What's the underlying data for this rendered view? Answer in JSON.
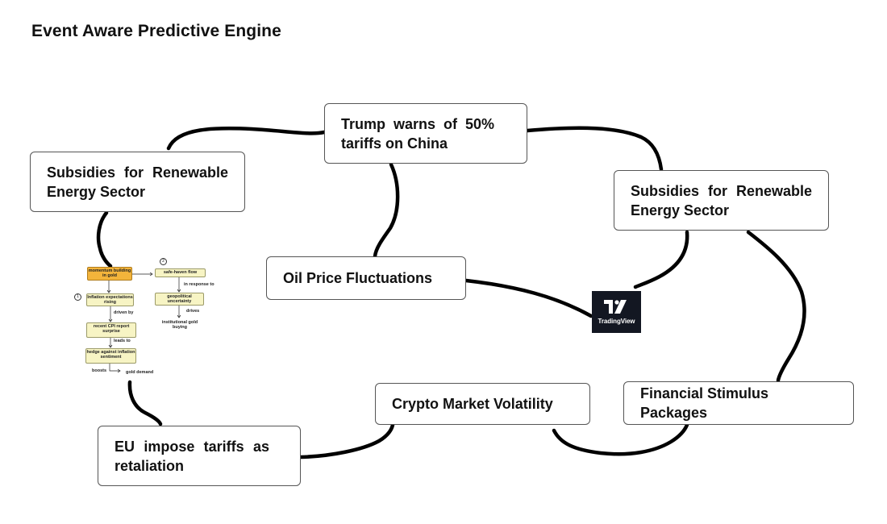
{
  "title": "Event Aware Predictive Engine",
  "nodes": {
    "subsidies_left": "Subsidies for Renewable Energy Sector",
    "trump": "Trump warns of 50% tariffs on China",
    "subsidies_right": "Subsidies for Renewable Energy Sector",
    "oil": "Oil Price Fluctuations",
    "crypto": "Crypto Market Volatility",
    "stimulus": "Financial Stimulus Packages",
    "eu": "EU impose tariffs as retaliation"
  },
  "logo": {
    "name": "tradingview-logo",
    "text": "TradingView"
  },
  "mini_chart": {
    "nodes": {
      "momentum": "momentum building in gold",
      "inflation": "Inflation expectations rising",
      "cpi": "recent CPI report surprise",
      "hedge": "hedge against inflation sentiment",
      "safe_haven": "safe-haven flow",
      "geopolitical": "geopolitical uncertainty",
      "institutional": "institutional gold buying",
      "gold_demand": "gold demand"
    },
    "edges": {
      "driven_by": "driven by",
      "leads_to": "leads to",
      "boosts": "boosts",
      "in_response_to": "in response to",
      "drives": "drives"
    },
    "badges": [
      "1",
      "2"
    ]
  },
  "colors": {
    "connector": "#000000",
    "box_border": "#555555",
    "mini_node_fill": "#f7f4c4",
    "mini_node_highlight": "#f3b43b",
    "logo_bg": "#131722"
  }
}
